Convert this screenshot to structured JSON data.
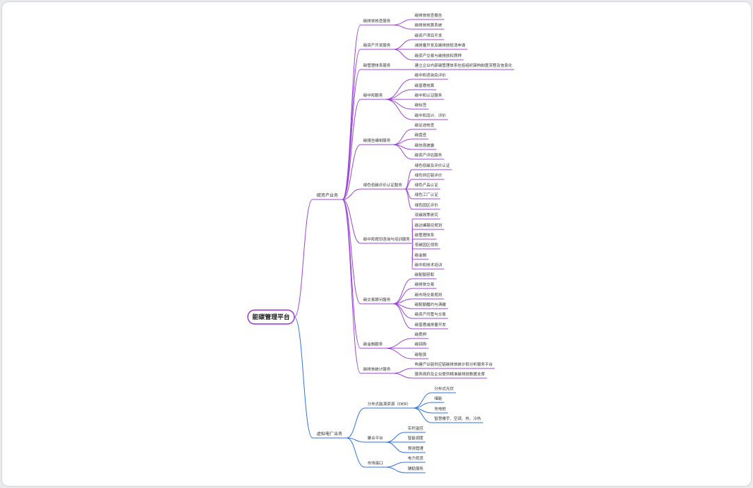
{
  "root": "能碳管理平台",
  "colors": {
    "branch_purple": "#9b44d6",
    "branch_blue": "#2f6fe0",
    "root_border": "#9a2fd6"
  },
  "branches": [
    {
      "label": "碳资产业务",
      "color": "purple",
      "children": [
        {
          "label": "碳排放核查服务",
          "children": [
            "碳排放核查报告",
            "碳排放核算系统"
          ]
        },
        {
          "label": "碳资产开发服务",
          "children": [
            "碳资产项目开发",
            "减排量开发及碳排放抵消申请",
            "碳资产交易与碳排放权质押"
          ]
        },
        {
          "label": "碳管理体系服务",
          "children": [
            "建立企业内部碳管理体系包括组织架构制度流程及信息化"
          ]
        },
        {
          "label": "碳中和服务",
          "children": [
            "碳中和咨询及评价",
            "碳普惠核算",
            "碳中和认证服务",
            "碳标签",
            "碳中和设计、评价"
          ]
        },
        {
          "label": "碳报告编制服务",
          "children": [
            "碳足迹核查",
            "碳盘查",
            "碳信息披露",
            "碳资产评估服务"
          ]
        },
        {
          "label": "绿色低碳评价认证服务",
          "children": [
            "绿色低碳及评价认证",
            "绿色供应链评价",
            "绿色产品认证",
            "绿色工厂认证",
            "绿色园区评价"
          ]
        },
        {
          "label": "碳中和规划咨询与培训服务",
          "children": [
            "双碳政策研究",
            "碳达峰路径规划",
            "碳管理体系",
            "低碳园区规划",
            "碳金融",
            "碳中和技术培训"
          ]
        },
        {
          "label": "碳交易顾问服务",
          "children": [
            "碳配额获取",
            "碳排放交易",
            "碳市场交易规则",
            "碳配额履约与清缴",
            "碳资产托管与交易",
            "碳普惠减排量开发"
          ]
        },
        {
          "label": "碳金融服务",
          "children": [
            "碳质押",
            "碳回购",
            "碳租赁"
          ]
        },
        {
          "label": "碳排放统计服务",
          "children": [
            "构建产业链供应链碳排放统计和分析服务平台",
            "服务政府及企业提供精准碳排放数据支撑"
          ]
        }
      ]
    },
    {
      "label": "虚拟电厂业务",
      "color": "blue",
      "children": [
        {
          "label": "分布式能源资源（DER）",
          "children": [
            "分布式光伏",
            "储能",
            "充电桩",
            "智慧楼宇、空调、热、冷热"
          ]
        },
        {
          "label": "聚合平台",
          "children": [
            "实时监控",
            "智能调度",
            "预测管理"
          ]
        },
        {
          "label": "市场接口",
          "children": [
            "电力现货",
            "辅助服务"
          ]
        }
      ]
    }
  ]
}
